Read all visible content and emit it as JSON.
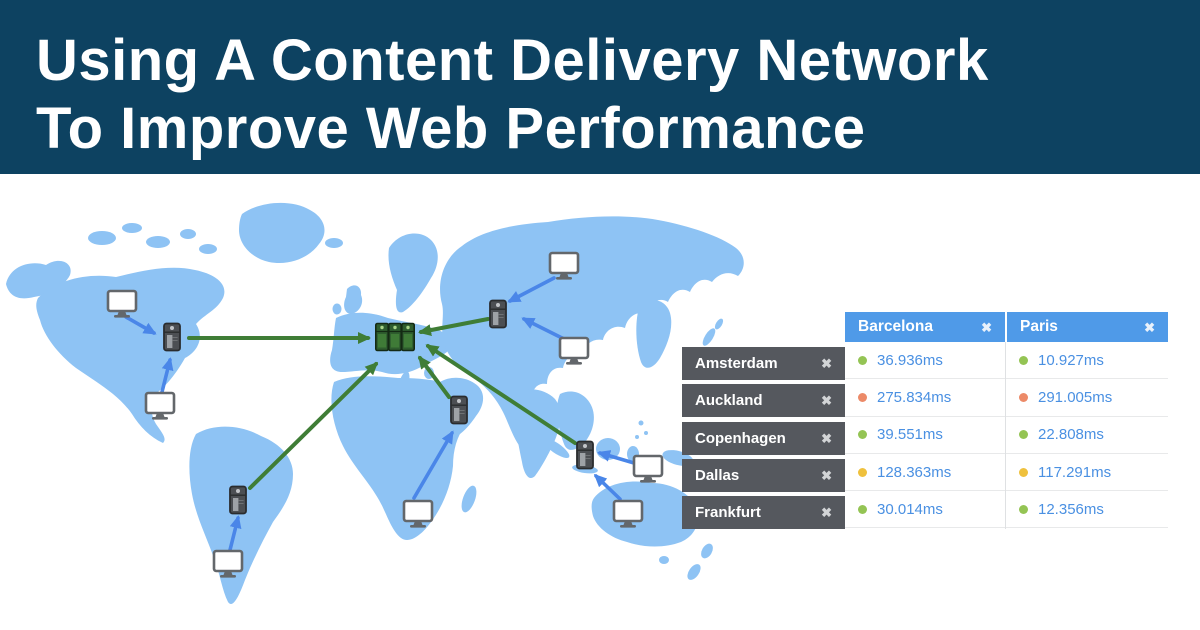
{
  "banner": {
    "lines": [
      "Using A Content Delivery Network",
      "To Improve Web Performance"
    ],
    "bg_color": "#0d4261",
    "text_color": "#ffffff"
  },
  "map": {
    "land_color": "#8ec3f4",
    "request_arrow_color": "#4a86e8",
    "cdn_arrow_color": "#3f7d36",
    "icons": {
      "client": "monitor-icon",
      "edge_server": "server-icon",
      "origin": "server-rack-cluster-icon"
    }
  },
  "latency_table": {
    "header_bg": "#4f9ae8",
    "label_bg": "#55585e",
    "value_color": "#4a90e2",
    "close_icon": "✖",
    "columns": [
      {
        "label": "Barcelona"
      },
      {
        "label": "Paris"
      }
    ],
    "rows": [
      {
        "city": "Amsterdam",
        "values": [
          {
            "ms": "36.936ms",
            "status": "good",
            "color": "#94c454"
          },
          {
            "ms": "10.927ms",
            "status": "good",
            "color": "#94c454"
          }
        ]
      },
      {
        "city": "Auckland",
        "values": [
          {
            "ms": "275.834ms",
            "status": "bad",
            "color": "#ec8a68"
          },
          {
            "ms": "291.005ms",
            "status": "bad",
            "color": "#ec8a68"
          }
        ]
      },
      {
        "city": "Copenhagen",
        "values": [
          {
            "ms": "39.551ms",
            "status": "good",
            "color": "#94c454"
          },
          {
            "ms": "22.808ms",
            "status": "good",
            "color": "#94c454"
          }
        ]
      },
      {
        "city": "Dallas",
        "values": [
          {
            "ms": "128.363ms",
            "status": "warn",
            "color": "#efc13d"
          },
          {
            "ms": "117.291ms",
            "status": "warn",
            "color": "#efc13d"
          }
        ]
      },
      {
        "city": "Frankfurt",
        "values": [
          {
            "ms": "30.014ms",
            "status": "good",
            "color": "#94c454"
          },
          {
            "ms": "12.356ms",
            "status": "good",
            "color": "#94c454"
          }
        ]
      }
    ]
  }
}
